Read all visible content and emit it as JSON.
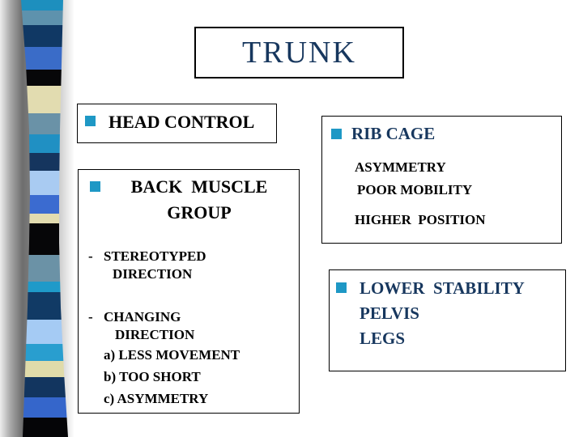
{
  "title": "TRUNK",
  "colors": {
    "navy_text": "#17375e",
    "bullet_square": "#1e98c5"
  },
  "boxes": {
    "head_control": {
      "bullet_icon": "square-bullet-icon",
      "label": "HEAD CONTROL"
    },
    "back_muscle": {
      "bullet_icon": "square-bullet-icon",
      "heading_line1": "BACK  MUSCLE",
      "heading_line2": "GROUP",
      "items": [
        {
          "marker": "-",
          "line1": "STEREOTYPED",
          "line2": "DIRECTION"
        },
        {
          "marker": "-",
          "line1": "CHANGING",
          "line2": "DIRECTION"
        },
        {
          "marker": "a)",
          "text": "LESS MOVEMENT"
        },
        {
          "marker": "b)",
          "text": "TOO SHORT"
        },
        {
          "marker": "c)",
          "text": "ASYMMETRY"
        }
      ]
    },
    "rib_cage": {
      "bullet_icon": "square-bullet-icon",
      "label": "RIB CAGE",
      "items": [
        "ASYMMETRY",
        "POOR MOBILITY",
        "HIGHER  POSITION"
      ]
    },
    "lower_stability": {
      "bullet_icon": "square-bullet-icon",
      "lines": [
        "LOWER  STABILITY",
        "PELVIS",
        "LEGS"
      ]
    }
  },
  "ribbon": {
    "stripes": [
      {
        "h": 13,
        "color": "#1d8fbe"
      },
      {
        "h": 18,
        "color": "#5e92ad"
      },
      {
        "h": 27,
        "color": "#103864"
      },
      {
        "h": 28,
        "color": "#3a6cc8"
      },
      {
        "h": 20,
        "color": "#070709"
      },
      {
        "h": 34,
        "color": "#e2dcb0"
      },
      {
        "h": 26,
        "color": "#6a92a7"
      },
      {
        "h": 23,
        "color": "#2090c3"
      },
      {
        "h": 22,
        "color": "#15355e"
      },
      {
        "h": 30,
        "color": "#a9cbf2"
      },
      {
        "h": 23,
        "color": "#3b6bd0"
      },
      {
        "h": 12,
        "color": "#e2dcb0"
      },
      {
        "h": 39,
        "color": "#060608"
      },
      {
        "h": 33,
        "color": "#6b92a6"
      },
      {
        "h": 13,
        "color": "#1f9ac9"
      },
      {
        "h": 34,
        "color": "#113a65"
      },
      {
        "h": 30,
        "color": "#a5cbf4"
      },
      {
        "h": 21,
        "color": "#299ecf"
      },
      {
        "h": 20,
        "color": "#e0dbaa"
      },
      {
        "h": 25,
        "color": "#12355f"
      },
      {
        "h": 25,
        "color": "#3566cb"
      },
      {
        "h": 24,
        "color": "#050507"
      }
    ]
  }
}
